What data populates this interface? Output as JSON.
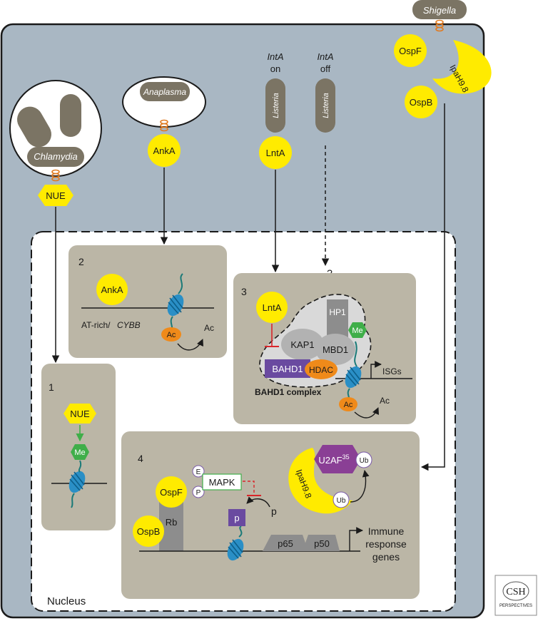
{
  "colors": {
    "cell": "#a9b7c3",
    "panel": "#bbb6a6",
    "bacterium": "#7b7464",
    "effector": "#ffeb00",
    "me": "#3fae49",
    "ac": "#ef8a1a",
    "bahd1": "#6a4aa0",
    "hdac": "#ef8a1a",
    "u2af": "#8a3f95",
    "nucleosome": "#2a8fc6"
  },
  "pathogens": {
    "chlamydia": "Chlamydia",
    "anaplasma": "Anaplasma",
    "listeria_on": "Listeria",
    "listeria_off": "Listeria",
    "shigella": "Shigella",
    "inta_on_gene": "IntA",
    "inta_on_state": "on",
    "inta_off_gene": "IntA",
    "inta_off_state": "off"
  },
  "effectors": {
    "nue": "NUE",
    "anka": "AnkA",
    "lnta": "LntA",
    "ospf": "OspF",
    "ipah98": "IpaH9.8",
    "ospb": "OspB"
  },
  "nucleus_label": "Nucleus",
  "question_mark": "?",
  "panel1": {
    "number": "1",
    "nue": "NUE",
    "me": "Me"
  },
  "panel2": {
    "number": "2",
    "anka": "AnkA",
    "locus_prefix": "AT-rich/",
    "locus_gene": "CYBB",
    "ac_bound": "Ac",
    "ac_free": "Ac"
  },
  "panel3": {
    "number": "3",
    "lnta": "LntA",
    "hp1": "HP1",
    "kap1": "KAP1",
    "mbd1": "MBD1",
    "bahd1": "BAHD1",
    "hdac": "HDAC",
    "me": "Me",
    "isgs": "ISGs",
    "complex_label": "BAHD1 complex",
    "ac_bound": "Ac",
    "ac_free": "Ac"
  },
  "panel4": {
    "number": "4",
    "e": "E",
    "p_circle": "P",
    "mapk": "MAPK",
    "ospf": "OspF",
    "rb": "Rb",
    "ospb": "OspB",
    "p_square": "p",
    "p_free": "p",
    "p65": "p65",
    "p50": "p50",
    "ipah98": "IpaH9.8",
    "u2af": "U2AF",
    "u2af_sup": "35",
    "ub1": "Ub",
    "ub2": "Ub",
    "genes_line1": "Immune",
    "genes_line2": "response",
    "genes_line3": "genes"
  },
  "logo": {
    "line1": "CSH",
    "line2": "PERSPECTIVES"
  }
}
